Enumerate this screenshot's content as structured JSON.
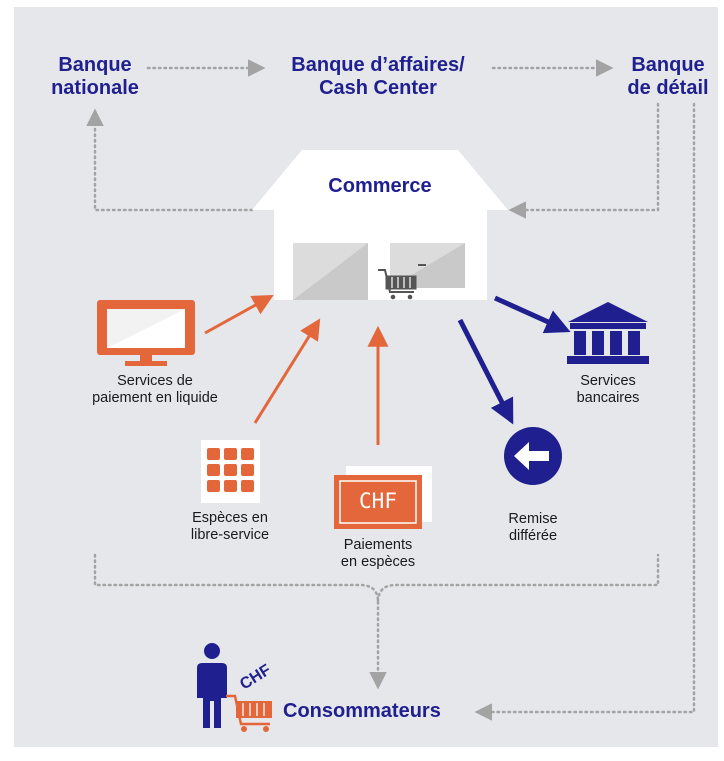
{
  "nodes": {
    "banque_nationale": {
      "line1": "Banque",
      "line2": "nationale"
    },
    "banque_affaires": {
      "line1": "Banque d’affaires/",
      "line2": "Cash Center"
    },
    "banque_detail": {
      "line1": "Banque",
      "line2": "de détail"
    },
    "commerce": "Commerce",
    "consommateurs": "Consommateurs"
  },
  "items": {
    "services_paiement": {
      "line1": "Services de",
      "line2": "paiement en liquide"
    },
    "especes_libre": {
      "line1": "Espèces en",
      "line2": "libre-service"
    },
    "paiements_especes": {
      "line1": "Paiements",
      "line2": "en espèces"
    },
    "remise_differee": {
      "line1": "Remise",
      "line2": "différée"
    },
    "services_bancaires": {
      "line1": "Services",
      "line2": "bancaires"
    }
  },
  "badges": {
    "chf_note": "CHF",
    "chf_consumer": "CHF"
  },
  "colors": {
    "background": "#e5e7eb",
    "navy": "#1f1f8f",
    "orange": "#e4673c",
    "dotted": "#a3a3a3",
    "store": "#ffffff",
    "store_window": "#c8c8c8"
  },
  "icons": [
    "monitor-icon",
    "keypad-icon",
    "banknote-icon",
    "bank-icon",
    "back-arrow-icon",
    "shopping-cart-icon",
    "person-icon"
  ]
}
